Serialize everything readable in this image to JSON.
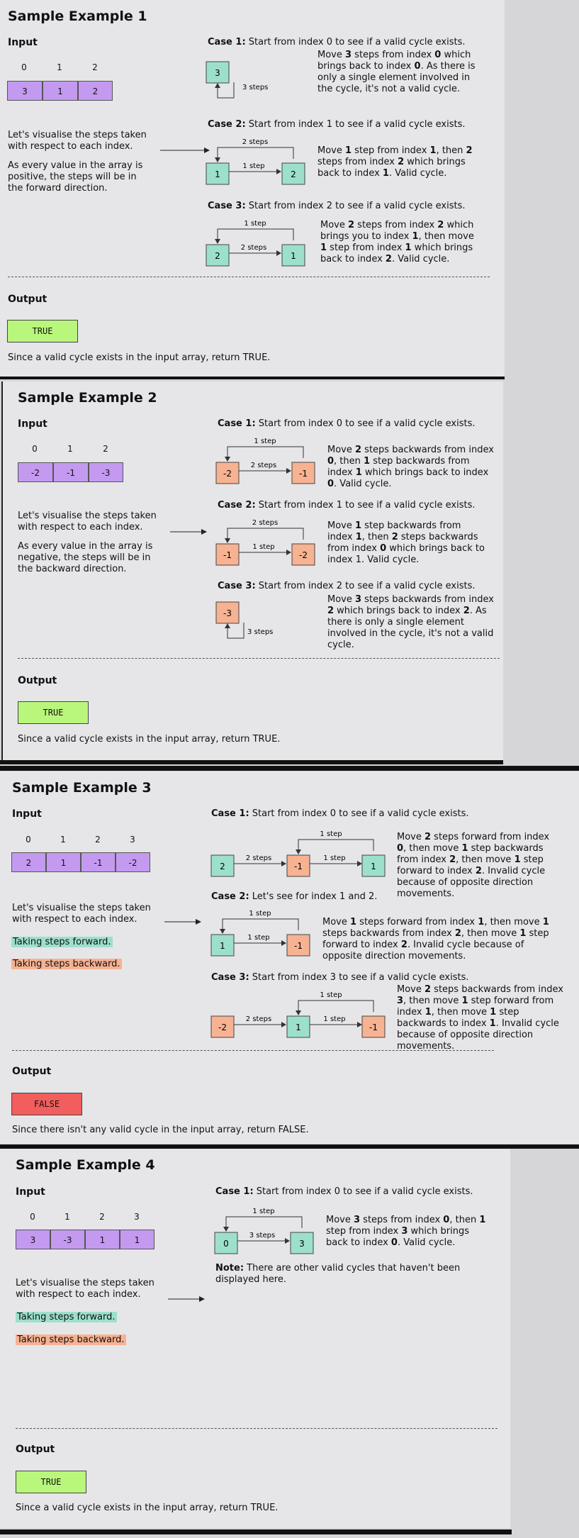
{
  "common": {
    "input": "Input",
    "output": "Output",
    "visualise": "Let's visualise the steps taken with respect to each index.",
    "forward_label": "Taking steps forward.",
    "backward_label": "Taking steps backward.",
    "true_val": "TRUE",
    "false_val": "FALSE",
    "true_msg": "Since a valid cycle exists in the input array, return TRUE.",
    "false_msg": "Since there isn't any valid cycle in the input array, return FALSE."
  },
  "colors": {
    "array": "#c39af0",
    "forward": "#9ce0cc",
    "backward": "#f7b292",
    "true": "#b9f77c",
    "false": "#f25d5d"
  },
  "ex1": {
    "title": "Sample Example 1",
    "indices": [
      "0",
      "1",
      "2"
    ],
    "values": [
      "3",
      "1",
      "2"
    ],
    "direction": "As every value in the array is positive, the steps will be in the forward direction.",
    "c1_label": "Case 1:",
    "c1_text": " Start from index 0 to see if a valid cycle exists.",
    "c1_d1": "Move ",
    "c1_b1": "3",
    "c1_d2": " steps from index ",
    "c1_b2": "0",
    "c1_d3": " which brings back to index ",
    "c1_b3": "0",
    "c1_d4": ". As there is only a single element involved in the cycle, it's not a valid cycle.",
    "c1_node": "3",
    "c1_step": "3 steps",
    "c2_label": "Case 2:",
    "c2_text": " Start from index 1 to see if a valid cycle exists.",
    "c2_d1": "Move ",
    "c2_b1": "1",
    "c2_d2": " step from index ",
    "c2_b2": "1",
    "c2_d3": ", then ",
    "c2_b3": "2",
    "c2_d4": " steps from index ",
    "c2_b4": "2",
    "c2_d5": " which brings back to index ",
    "c2_b5": "1",
    "c2_d6": ". Valid cycle.",
    "c2_n1": "1",
    "c2_n2": "2",
    "c2_s1": "1 step",
    "c2_s2": "2 steps",
    "c3_label": "Case 3:",
    "c3_text": " Start from index 2 to see if a valid cycle exists.",
    "c3_d1": "Move ",
    "c3_b1": "2",
    "c3_d2": " steps from index ",
    "c3_b2": "2",
    "c3_d3": " which brings you to index ",
    "c3_b3": "1",
    "c3_d4": ", then move ",
    "c3_b4": "1",
    "c3_d5": " step from index ",
    "c3_b5": "1",
    "c3_d6": " which brings back to index ",
    "c3_b6": "2",
    "c3_d7": ". Valid cycle.",
    "c3_n1": "2",
    "c3_n2": "1",
    "c3_s1": "2 steps",
    "c3_s2": "1 step"
  },
  "ex2": {
    "title": "Sample Example 2",
    "indices": [
      "0",
      "1",
      "2"
    ],
    "values": [
      "-2",
      "-1",
      "-3"
    ],
    "direction": "As every value in the array is negative, the steps will be in the backward direction.",
    "c1_label": "Case 1:",
    "c1_text": " Start from index 0 to see if a valid cycle exists.",
    "c1_d1": "Move ",
    "c1_b1": "2",
    "c1_d2": " steps backwards from index ",
    "c1_b2": "0",
    "c1_d3": ", then ",
    "c1_b3": "1",
    "c1_d4": " step backwards from index ",
    "c1_b4": "1",
    "c1_d5": " which brings back to index ",
    "c1_b5": "0",
    "c1_d6": ". Valid cycle.",
    "c1_n1": "-2",
    "c1_n2": "-1",
    "c1_s1": "2 steps",
    "c1_s2": "1 step",
    "c2_label": "Case 2:",
    "c2_text": " Start from index 1 to see if a valid cycle exists.",
    "c2_d1": "Move ",
    "c2_b1": "1",
    "c2_d2": " step backwards from index ",
    "c2_b2": "1",
    "c2_d3": ", then ",
    "c2_b3": "2",
    "c2_d4": " steps backwards from index ",
    "c2_b4": "0",
    "c2_d5": " which brings back to index 1. Valid cycle.",
    "c2_n1": "-1",
    "c2_n2": "-2",
    "c2_s1": "1 step",
    "c2_s2": "2 steps",
    "c3_label": "Case 3:",
    "c3_text": " Start from index 2 to see if a valid cycle exists.",
    "c3_d1": "Move ",
    "c3_b1": "3",
    "c3_d2": " steps backwards from index ",
    "c3_b2": "2",
    "c3_d3": " which brings back to index ",
    "c3_b3": "2",
    "c3_d4": ". As there is only a single element involved in the cycle, it's not a valid cycle.",
    "c3_node": "-3",
    "c3_step": "3 steps"
  },
  "ex3": {
    "title": "Sample Example 3",
    "indices": [
      "0",
      "1",
      "2",
      "3"
    ],
    "values": [
      "2",
      "1",
      "-1",
      "-2"
    ],
    "c1_label": "Case 1:",
    "c1_text": " Start from index 0 to see if a valid cycle exists.",
    "c1_d1": "Move ",
    "c1_b1": "2",
    "c1_d2": " steps forward from index ",
    "c1_b2": "0",
    "c1_d3": ", then move ",
    "c1_b3": "1",
    "c1_d4": " step backwards from index ",
    "c1_b4": "2",
    "c1_d5": ", then move ",
    "c1_b5": "1",
    "c1_d6": " step forward to index ",
    "c1_b6": "2",
    "c1_d7": ". Invalid cycle because of opposite direction movements.",
    "c1_n1": "2",
    "c1_n2": "-1",
    "c1_n3": "1",
    "c1_s1": "2 steps",
    "c1_s2": "1 step",
    "c1_s3": "1 step",
    "c2_label": "Case 2:",
    "c2_text": " Let's see for index 1 and 2.",
    "c2_d1": "Move ",
    "c2_b1": "1",
    "c2_d2": " steps forward from index ",
    "c2_b2": "1",
    "c2_d3": ", then move ",
    "c2_b3": "1",
    "c2_d4": " steps backwards from index ",
    "c2_b4": "2",
    "c2_d5": ", then move ",
    "c2_b5": "1",
    "c2_d6": " step forward to index ",
    "c2_b6": "2",
    "c2_d7": ". Invalid cycle because of opposite direction movements.",
    "c2_n1": "1",
    "c2_n2": "-1",
    "c2_s1": "1 step",
    "c2_s2": "1 step",
    "c3_label": "Case 3:",
    "c3_text": " Start from index 3 to see if a valid cycle exists.",
    "c3_d1": "Move ",
    "c3_b1": "2",
    "c3_d2": " steps backwards from index ",
    "c3_b2": "3",
    "c3_d3": ", then move ",
    "c3_b3": "1",
    "c3_d4": " step forward from index ",
    "c3_b4": "1",
    "c3_d5": ", then move ",
    "c3_b5": "1",
    "c3_d6": " step backwards to index ",
    "c3_b6": "1",
    "c3_d7": ". Invalid cycle because of opposite direction movements.",
    "c3_n1": "-2",
    "c3_n2": "1",
    "c3_n3": "-1",
    "c3_s1": "2 steps",
    "c3_s2": "1 step",
    "c3_s3": "1 step"
  },
  "ex4": {
    "title": "Sample Example 4",
    "indices": [
      "0",
      "1",
      "2",
      "3"
    ],
    "values": [
      "3",
      "-3",
      "1",
      "1"
    ],
    "c1_label": "Case 1:",
    "c1_text": " Start from index 0 to see if a valid cycle exists.",
    "c1_d1": "Move ",
    "c1_b1": "3",
    "c1_d2": " steps from index ",
    "c1_b2": "0",
    "c1_d3": ", then ",
    "c1_b3": "1",
    "c1_d4": " step from index ",
    "c1_b4": "3",
    "c1_d5": " which brings back to index ",
    "c1_b5": "0",
    "c1_d6": ". Valid cycle.",
    "c1_n1": "0",
    "c1_n2": "3",
    "c1_s1": "3 steps",
    "c1_s2": "1 step",
    "note_label": "Note:",
    "note_text": " There are other valid cycles that haven't been displayed here."
  }
}
